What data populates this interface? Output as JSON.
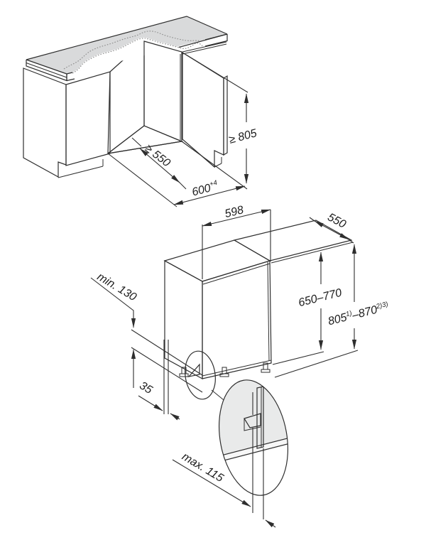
{
  "niche": {
    "depth": "≥ 550",
    "width": "600",
    "width_tolerance": "+4",
    "height": "≥ 805"
  },
  "appliance": {
    "width": "598",
    "depth": "550",
    "door_panel_height": "650–770",
    "overall_height_min": "805",
    "overall_height_min_note": "1)",
    "overall_height_max": "–870",
    "overall_height_max_note": "2)3)",
    "plinth_height": "min. 130",
    "panel_gap": "35",
    "plinth_recess": "max. 115"
  }
}
